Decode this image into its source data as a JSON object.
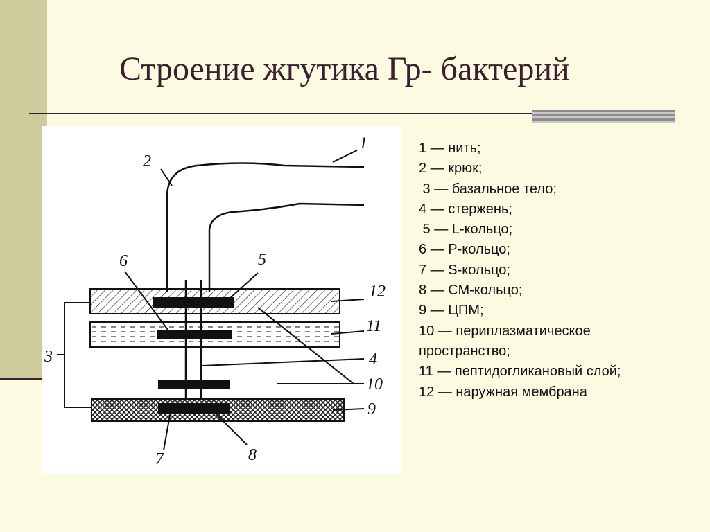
{
  "slide": {
    "title": "Строение жгутика Гр- бактерий"
  },
  "figure": {
    "callouts": [
      "1",
      "2",
      "3",
      "4",
      "5",
      "6",
      "7",
      "8",
      "9",
      "10",
      "11",
      "12"
    ]
  },
  "legend": {
    "items": [
      "1 — нить;",
      "2 — крюк;",
      " 3 — базальное тело;",
      "4 — стержень;",
      " 5 — L-кольцо;",
      "6 — Р-кольцо;",
      "7 — S-кольцо;",
      "8 — СМ-кольцо;",
      "9 — ЦПМ;",
      "10 — периплазматическое",
      "пространство;",
      "11 — пептидогликановый слой;",
      "12 — наружная мембрана"
    ]
  },
  "colors": {
    "background": "#fcfbe1",
    "side_band": "#cfcb9c",
    "accent_dark": "#3a1f2e",
    "accent_gray": "#8c8c8c"
  }
}
